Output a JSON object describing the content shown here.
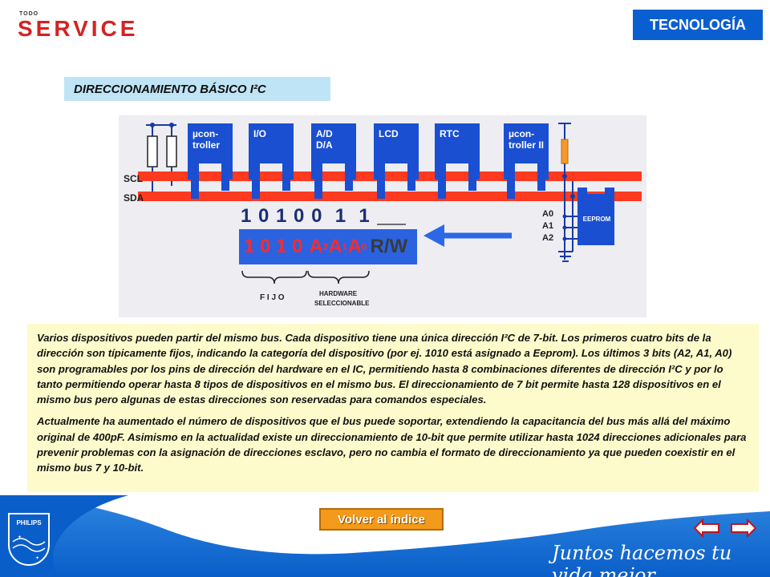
{
  "header": {
    "logo_top": "TODO",
    "logo_word": "SERVICE",
    "category": "TECNOLOGÍA"
  },
  "section": {
    "title": "DIRECCIONAMIENTO BÁSICO I²C"
  },
  "diagram": {
    "bus_labels": {
      "scl": "SCL",
      "sda": "SDA"
    },
    "devices": [
      {
        "line1": "µcon-",
        "line2": "troller"
      },
      {
        "line1": "I/O",
        "line2": ""
      },
      {
        "line1": "A/D",
        "line2": "D/A"
      },
      {
        "line1": "LCD",
        "line2": ""
      },
      {
        "line1": "RTC",
        "line2": ""
      },
      {
        "line1": "µcon-",
        "line2": "troller II"
      }
    ],
    "address_bits": "1 0 1 0 0  1  1",
    "address_box": {
      "fixed": "1 0 1 0",
      "a2": "A",
      "a2_sub": "2",
      "a1": "A",
      "a1_sub": "1",
      "a0": "A",
      "a0_sub": "0",
      "rw": "R/W"
    },
    "fixed_label": "F I J O",
    "hw_label_1": "HARDWARE",
    "hw_label_2": "SELECCIONABLE",
    "eeprom_pins": [
      "A0",
      "A1",
      "A2"
    ],
    "eeprom_label": "EEPROM",
    "colors": {
      "bus": "#ff3a1f",
      "device": "#1a4fd2",
      "address_box": "#2a62e0",
      "address_red": "#ff2a2a",
      "arrow": "#2b68e6"
    }
  },
  "body": {
    "paragraph1": "Varios dispositivos pueden partir del mismo bus. Cada dispositivo tiene una única dirección I²C de 7-bit. Los primeros cuatro bits de la dirección son típicamente fijos, indicando la categoría del dispositivo (por ej. 1010 está asignado a Eeprom). Los últimos 3 bits (A2, A1, A0) son programables por los pins de dirección del hardware en el IC, permitiendo hasta 8 combinaciones diferentes de dirección I²C y por lo tanto permitiendo operar hasta 8 tipos de dispositivos en el mismo bus. El direccionamiento de 7 bit permite hasta 128 dispositivos en el mismo bus pero algunas de estas direcciones son reservadas para comandos especiales.",
    "paragraph2": "Actualmente ha aumentado el número de dispositivos que el bus puede soportar, extendiendo la capacitancia del bus más allá del máximo original de 400pF. Asimismo en la actualidad existe un direccionamiento de 10-bit que permite utilizar hasta 1024 direcciones adicionales para prevenir problemas con la asignación de direcciones esclavo, pero no cambia el formato de direccionamiento ya que pueden coexistir en el mismo bus 7 y 10-bit."
  },
  "nav": {
    "back_label": "Volver al índice"
  },
  "footer": {
    "brand": "PHILIPS",
    "slogan": "Juntos hacemos tu vida mejor",
    "icons": [
      "arrow-left-icon",
      "arrow-right-icon"
    ],
    "colors": {
      "blue": "#0a5ec9",
      "light": "#2f86e0"
    }
  }
}
